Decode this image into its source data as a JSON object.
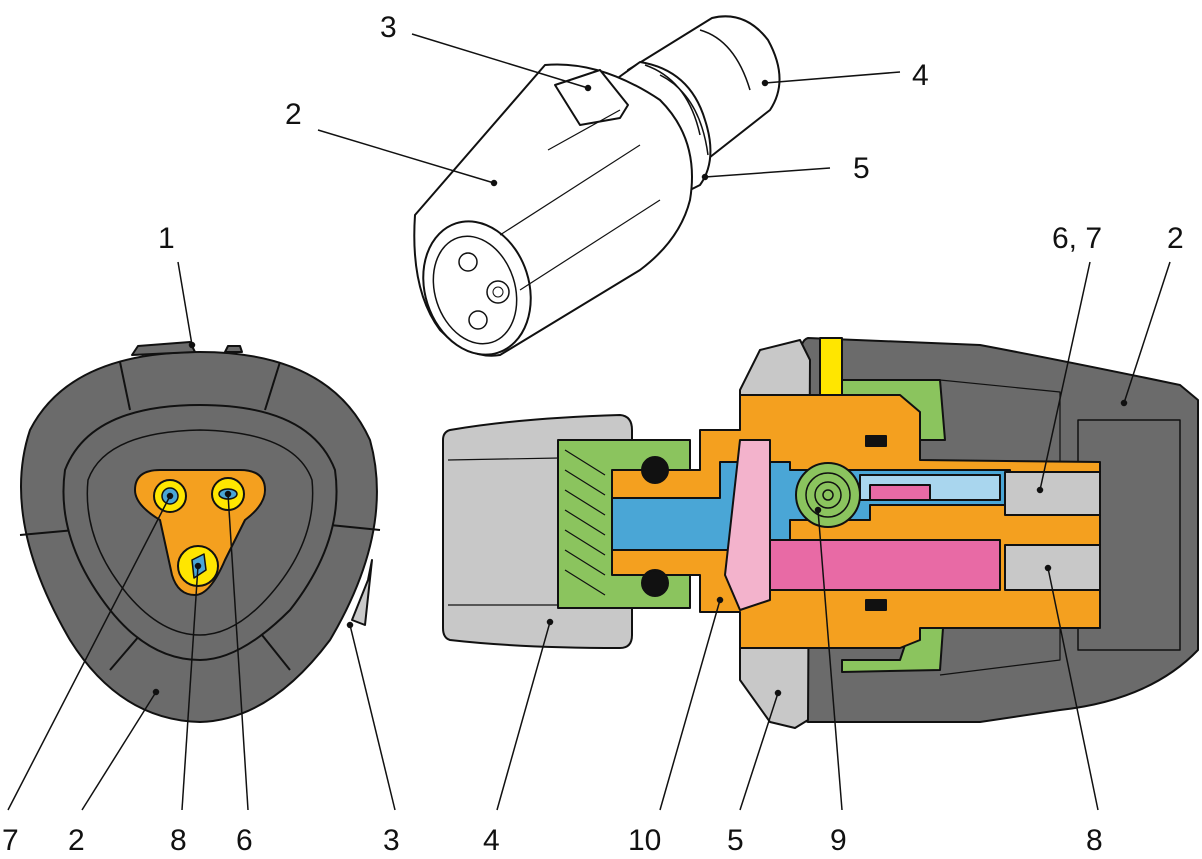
{
  "colors": {
    "housing_dark": "#6b6b6b",
    "housing_dark_edge": "#1a1a1a",
    "housing_light": "#c8c8c8",
    "housing_mid": "#a8a8a8",
    "orange": "#f4a01f",
    "green": "#8bc45e",
    "blue": "#4aa6d6",
    "light_blue": "#a9d6ee",
    "pink": "#e86aa5",
    "light_pink": "#f3b3cc",
    "yellow": "#ffe600",
    "black": "#111111"
  },
  "callouts": {
    "top_3": "3",
    "top_2": "2",
    "top_4": "4",
    "top_5": "5",
    "front_1": "1",
    "front_7": "7",
    "front_2": "2",
    "front_8": "8",
    "front_6": "6",
    "front_3": "3",
    "sec_67": "6, 7",
    "sec_2": "2",
    "sec_4": "4",
    "sec_10": "10",
    "sec_5": "5",
    "sec_9": "9",
    "sec_8": "8"
  }
}
